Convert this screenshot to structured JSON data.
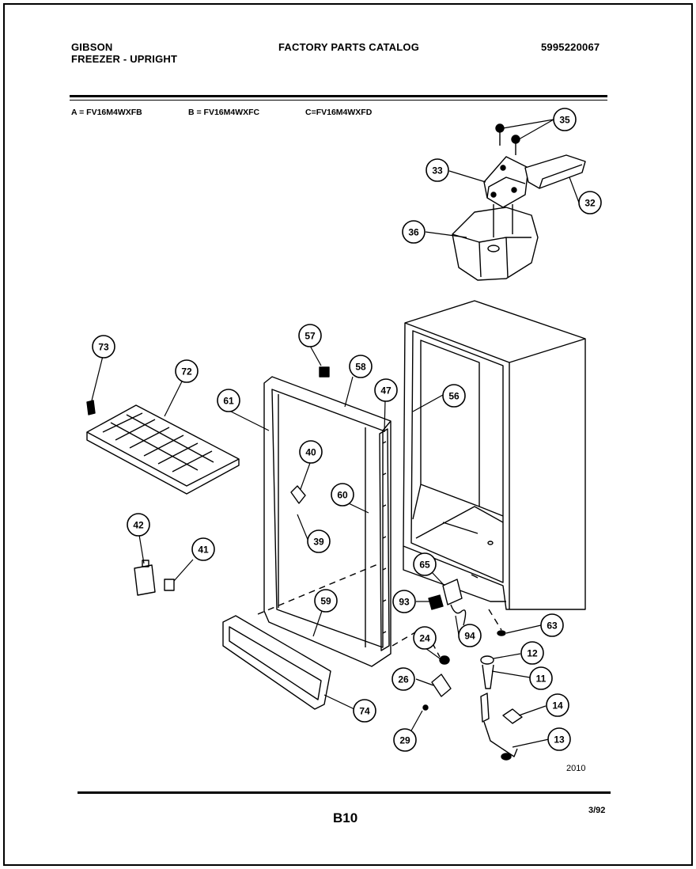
{
  "header": {
    "brand": "GIBSON",
    "product": "FREEZER - UPRIGHT",
    "catalog_title": "FACTORY PARTS CATALOG",
    "catalog_number": "5995220067"
  },
  "models": [
    {
      "text": "A = FV16M4WXFB"
    },
    {
      "text": "B = FV16M4WXFC"
    },
    {
      "text": "C=FV16M4WXFD"
    }
  ],
  "callouts": [
    {
      "label": "35"
    },
    {
      "label": "33"
    },
    {
      "label": "32"
    },
    {
      "label": "36"
    },
    {
      "label": "73"
    },
    {
      "label": "72"
    },
    {
      "label": "57"
    },
    {
      "label": "58"
    },
    {
      "label": "61"
    },
    {
      "label": "47"
    },
    {
      "label": "56"
    },
    {
      "label": "40"
    },
    {
      "label": "60"
    },
    {
      "label": "39"
    },
    {
      "label": "42"
    },
    {
      "label": "41"
    },
    {
      "label": "65"
    },
    {
      "label": "93"
    },
    {
      "label": "59"
    },
    {
      "label": "63"
    },
    {
      "label": "94"
    },
    {
      "label": "24"
    },
    {
      "label": "12"
    },
    {
      "label": "26"
    },
    {
      "label": "11"
    },
    {
      "label": "74"
    },
    {
      "label": "14"
    },
    {
      "label": "29"
    },
    {
      "label": "13"
    }
  ],
  "footer": {
    "figure_code": "2010",
    "page_code": "B10",
    "date": "3/92"
  }
}
